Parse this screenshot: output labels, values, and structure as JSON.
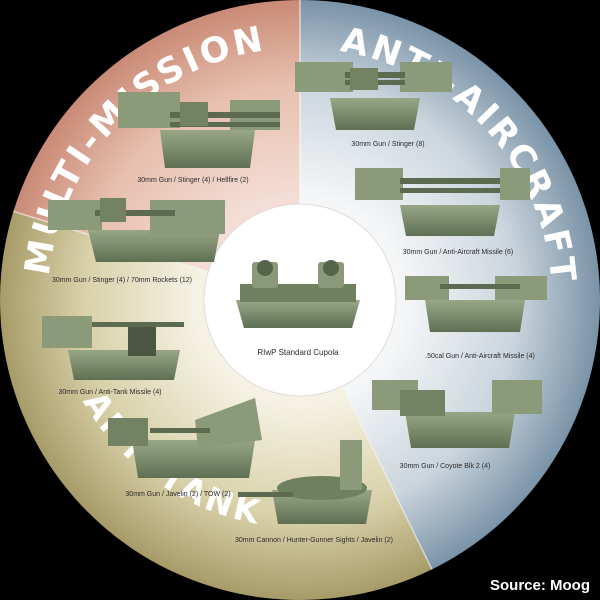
{
  "sections": {
    "multi_mission": "MULTI-MISSION",
    "anti_aircraft": "ANTI-AIRCRAFT",
    "anti_tank": "ANTI-TANK"
  },
  "center": {
    "label": "RIwP Standard Cupola"
  },
  "turrets": [
    {
      "label": "30mm Gun / Stinger (4) / Hellfire (2)"
    },
    {
      "label": "30mm Gun / Stinger (4) / 70mm Rockets (12)"
    },
    {
      "label": "30mm Gun / Stinger (8)"
    },
    {
      "label": "30mm Gun / Anti-Aircraft Missile (6)"
    },
    {
      "label": ".50cal Gun / Anti-Aircraft Missile (4)"
    },
    {
      "label": "30mm Gun / Coyote Blk 2 (4)"
    },
    {
      "label": "30mm Gun / Anti-Tank Missile (4)"
    },
    {
      "label": "30mm Gun / Javelin (2) / TOW (2)"
    },
    {
      "label": "30mm Cannon / Hunter-Gunner Sights / Javelin (2)"
    }
  ],
  "source": "Source: Moog",
  "colors": {
    "multi_mission": "#c98a76",
    "anti_aircraft": "#7a93a7",
    "anti_tank": "#a79b68",
    "vehicle_green": "#7f9170"
  }
}
